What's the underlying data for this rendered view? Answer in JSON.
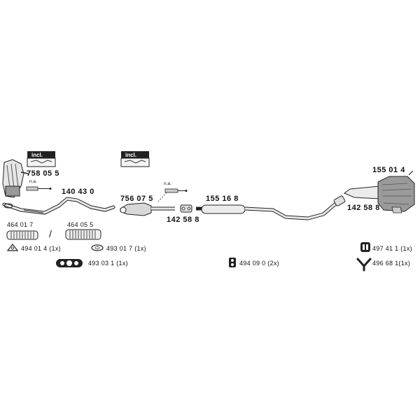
{
  "parts": {
    "manifold_cat": "758 05 5",
    "front_pipe": "140 43 0",
    "catalyst": "756 07 5",
    "pipe_clamp_small": "142 58 8",
    "middle_silencer": "155 16 8",
    "pipe_clamp_rear": "142 58 8",
    "rear_silencer": "155 01 4"
  },
  "flex_pipes": {
    "left": "464 01 7",
    "right": "464 05 5",
    "separator": "/"
  },
  "incl_label": "incl.",
  "na_label": "n.a.",
  "accessories": {
    "gasket_triangle": "494 01 4 (1x)",
    "gasket_ring": "493 01 7 (1x)",
    "gasket_flat": "493 03 1 (1x)",
    "rubber_mount_center": "494 09 0  (2x)",
    "rubber_mount_right": "497 41 1 (1x)",
    "bracket_right": "496 68 1(1x)"
  }
}
